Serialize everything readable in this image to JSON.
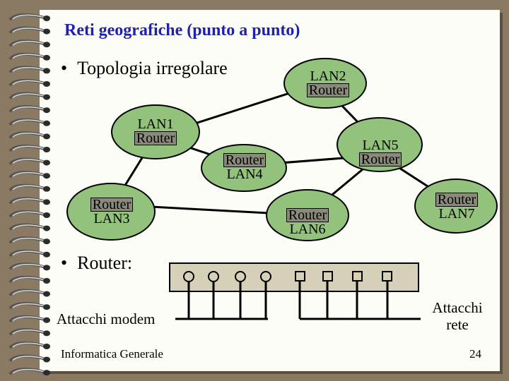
{
  "title": "Reti geografiche (punto a punto)",
  "bullets": [
    "Topologia irregolare",
    "Router:"
  ],
  "router_label": "Router",
  "nodes": {
    "lan1": "LAN1",
    "lan2": "LAN2",
    "lan3": "LAN3",
    "lan4": "LAN4",
    "lan5": "LAN5",
    "lan6": "LAN6",
    "lan7": "LAN7"
  },
  "router_device": {
    "modem_label": "Attacchi modem",
    "network_label_line1": "Attacchi",
    "network_label_line2": "rete"
  },
  "footer": {
    "course": "Informatica Generale",
    "page_number": "24"
  },
  "colors": {
    "title": "#1f1fb0",
    "lan_fill": "#92c27b",
    "router_fill": "#8a8a7a",
    "device_fill": "#d6d0b8",
    "background": "#8a7a63",
    "page": "#fdfdf8"
  }
}
